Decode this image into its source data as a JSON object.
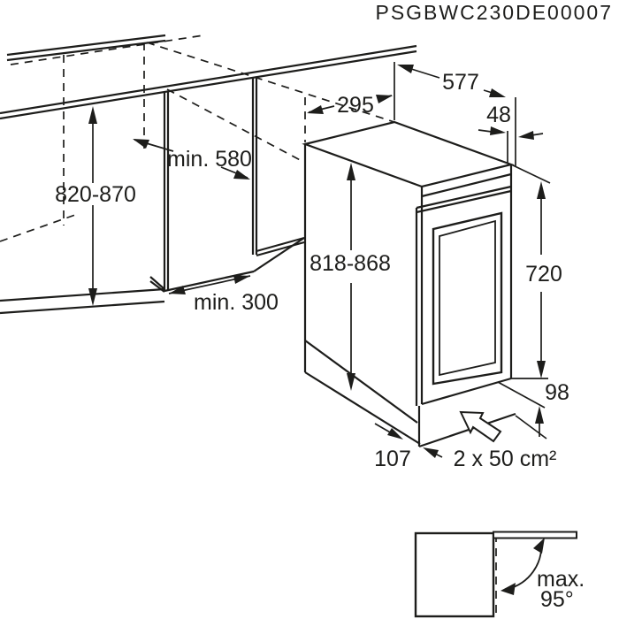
{
  "header": {
    "code": "PSGBWC230DE00007"
  },
  "colors": {
    "ink": "#1d1d1b",
    "background": "#ffffff"
  },
  "main_diagram": {
    "labels": {
      "counter_height": "820-870",
      "niche_depth": "min. 580",
      "niche_width": "min. 300",
      "appliance_width": "295",
      "appliance_depth": "577",
      "rear_clearance": "48",
      "appliance_height": "818-868",
      "door_height": "720",
      "plinth_height": "98",
      "plinth_recess": "107",
      "ventilation_area": "2 x 50 cm²"
    },
    "icons": [
      "airflow-arrow-icon"
    ]
  },
  "door_swing_inset": {
    "label_line1": "max.",
    "label_line2": "95°"
  }
}
